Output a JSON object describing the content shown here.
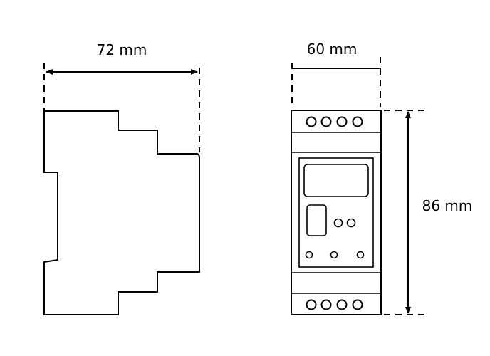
{
  "title": "DIN rail module dimensions",
  "dimensions": {
    "depth": {
      "label": "72 mm",
      "value": 72,
      "unit": "mm"
    },
    "width": {
      "label": "60 mm",
      "value": 60,
      "unit": "mm"
    },
    "height": {
      "label": "86 mm",
      "value": 86,
      "unit": "mm"
    }
  },
  "colors": {
    "line": "#000000",
    "background": "#ffffff"
  }
}
